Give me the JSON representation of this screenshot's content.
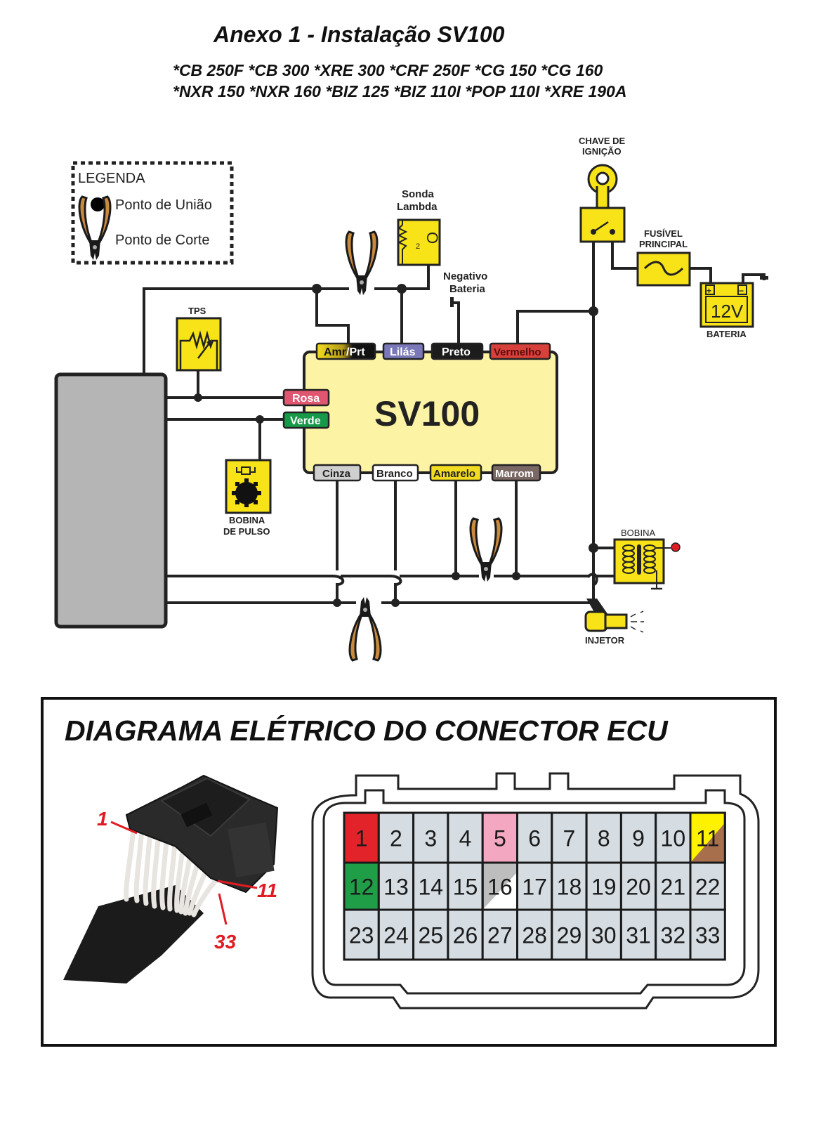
{
  "header": {
    "title": "Anexo 1 - Instalação SV100",
    "models_line1": "*CB 250F *CB 300 *XRE 300 *CRF 250F *CG 150 *CG 160",
    "models_line2": "*NXR 150 *NXR 160 *BIZ 125 *BIZ 110I *POP 110I *XRE 190A"
  },
  "legend": {
    "title": "LEGENDA",
    "join_point": "Ponto de União",
    "cut_point": "Ponto de Corte"
  },
  "module": {
    "name": "SV100",
    "body_color": "#fdf3a4",
    "top_wires": [
      {
        "label": "Amr/Prt",
        "label_a": "Amr",
        "label_b": "/Prt",
        "bg": "#f2dc1f",
        "bg2": "#111111",
        "fg": "#111111",
        "fg2": "#ffffff"
      },
      {
        "label": "Lilás",
        "bg": "#7a78b8",
        "fg": "#ffffff"
      },
      {
        "label": "Preto",
        "bg": "#1c1c1c",
        "fg": "#ffffff"
      },
      {
        "label": "Vermelho",
        "bg": "#d8403b",
        "fg": "#5a0d0d"
      }
    ],
    "left_wires": [
      {
        "label": "Rosa",
        "bg": "#e05670",
        "fg": "#ffffff"
      },
      {
        "label": "Verde",
        "bg": "#17994a",
        "fg": "#ffffff"
      }
    ],
    "bottom_wires": [
      {
        "label": "Cinza",
        "bg": "#cfcfcf",
        "fg": "#222222"
      },
      {
        "label": "Branco",
        "bg": "#ffffff",
        "fg": "#222222"
      },
      {
        "label": "Amarelo",
        "bg": "#f2dc1f",
        "fg": "#222222"
      },
      {
        "label": "Marrom",
        "bg": "#7a6865",
        "fg": "#ffffff"
      }
    ]
  },
  "components": {
    "lambda_line1": "Sonda",
    "lambda_line2": "Lambda",
    "lambda_symbol": "O",
    "lambda_sub": "2",
    "neg_line1": "Negativo",
    "neg_line2": "Bateria",
    "tps": "TPS",
    "pulse_line1": "BOBINA",
    "pulse_line2": "DE PULSO",
    "ignition_line1": "CHAVE DE",
    "ignition_line2": "IGNIÇÃO",
    "fuse_line1": "FUSÍVEL",
    "fuse_line2": "PRINCIPAL",
    "battery_voltage": "12V",
    "battery_label": "BATERIA",
    "battery_plus": "+",
    "battery_minus": "−",
    "coil": "BOBINA",
    "injector": "INJETOR"
  },
  "connector": {
    "title": "DIAGRAMA ELÉTRICO DO CONECTOR ECU",
    "photo_labels": {
      "pin_first": "1",
      "pin_row1_last": "11",
      "pin_last": "33"
    },
    "default_pin_color": "#d5dde3",
    "pins": [
      {
        "n": "1",
        "color": "#e3232a"
      },
      {
        "n": "2"
      },
      {
        "n": "3"
      },
      {
        "n": "4"
      },
      {
        "n": "5",
        "color": "#f4a7c0"
      },
      {
        "n": "6"
      },
      {
        "n": "7"
      },
      {
        "n": "8"
      },
      {
        "n": "9"
      },
      {
        "n": "10"
      },
      {
        "n": "11",
        "color": "#fff200",
        "color2": "#a86f4c"
      },
      {
        "n": "12",
        "color": "#1f9e47"
      },
      {
        "n": "13"
      },
      {
        "n": "14"
      },
      {
        "n": "15"
      },
      {
        "n": "16",
        "color": "#bdbdbd",
        "color2": "#ffffff"
      },
      {
        "n": "17"
      },
      {
        "n": "18"
      },
      {
        "n": "19"
      },
      {
        "n": "20"
      },
      {
        "n": "21"
      },
      {
        "n": "22"
      },
      {
        "n": "23"
      },
      {
        "n": "24"
      },
      {
        "n": "25"
      },
      {
        "n": "26"
      },
      {
        "n": "27"
      },
      {
        "n": "28"
      },
      {
        "n": "29"
      },
      {
        "n": "30"
      },
      {
        "n": "31"
      },
      {
        "n": "32"
      },
      {
        "n": "33"
      }
    ]
  }
}
